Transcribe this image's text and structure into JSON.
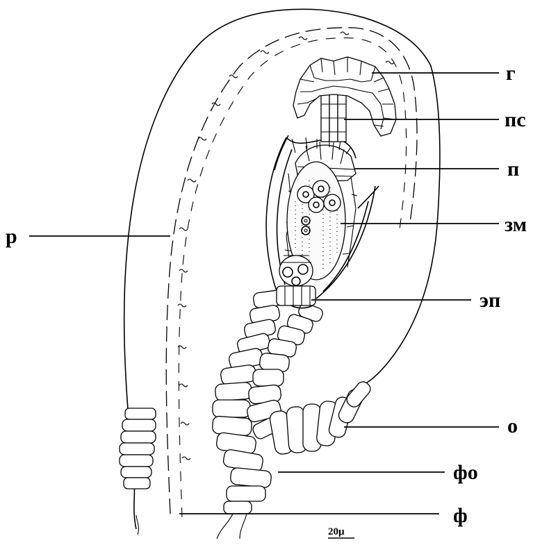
{
  "labels": {
    "g": "г",
    "ps": "пс",
    "p": "п",
    "zm": "зм",
    "ep": "эп",
    "r": "р",
    "o": "о",
    "fo": "фо",
    "f": "ф"
  },
  "scale_bar": "20μ"
}
